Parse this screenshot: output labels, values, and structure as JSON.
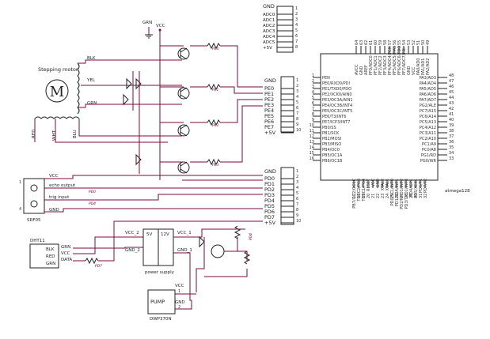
{
  "top_header": {
    "gnd": "GND",
    "pins": [
      "ADC0",
      "ADC1",
      "ADC2",
      "ADC3",
      "ADC4",
      "ADC5",
      "+5V"
    ],
    "numbers": [
      "1",
      "2",
      "3",
      "4",
      "5",
      "6",
      "7",
      "8"
    ]
  },
  "power": {
    "grn": "GRN",
    "vcc": "VCC"
  },
  "motor": {
    "title": "Stepping motor",
    "symbol": "M",
    "blk": "BLK",
    "yel": "YEL",
    "grn": "GRN",
    "red": "RED",
    "wht": "WHT",
    "blu": "BLU"
  },
  "nets": {
    "pe0": "PE0",
    "pe1": "PE1",
    "pe2": "PE2",
    "pe3": "PE3",
    "pd0": "PD0",
    "pd4": "PD4",
    "pd7": "PD7"
  },
  "port_e": {
    "gnd": "GND",
    "pins": [
      "PE0",
      "PE1",
      "PE2",
      "PE3",
      "PE4",
      "PE5",
      "PE6",
      "PE7",
      "+5V"
    ],
    "numbers": [
      "1",
      "2",
      "3",
      "4",
      "5",
      "6",
      "7",
      "8",
      "9",
      "10"
    ]
  },
  "port_d": {
    "gnd": "GND",
    "pins": [
      "PD0",
      "PD1",
      "PD2",
      "PD3",
      "PD4",
      "PD5",
      "PD6",
      "PD7",
      "+5V"
    ],
    "numbers": [
      "1",
      "2",
      "3",
      "4",
      "5",
      "6",
      "7",
      "8",
      "9",
      "10"
    ]
  },
  "srf05": {
    "name": "SRF05",
    "vcc": "VCC",
    "echo": "echo output",
    "trig": "trig input",
    "gnd": "GND",
    "pin1": "1",
    "pin4": "4"
  },
  "dht11": {
    "name": "DHT11",
    "blk": "BLK",
    "red": "RED",
    "grn": "GRN",
    "p_grn": "GRN",
    "p_vcc": "VCC",
    "p_data": "DATA"
  },
  "supply": {
    "name": "power supply",
    "v5": "5V",
    "v12": "12V",
    "vcc2": "VCC_2",
    "gnd2": "GND_2",
    "vcc1": "VCC_1",
    "gnd1": "GND_1"
  },
  "pump": {
    "name": "DWP370N",
    "label": "PUMP",
    "vcc": "VCC",
    "gnd": "GND",
    "pin1": "1",
    "pin2": "2"
  },
  "mcu": {
    "name": "atmega128",
    "left": [
      {
        "n": "1",
        "l": "PEN"
      },
      {
        "n": "2",
        "l": "PE0/RXD0/PDI"
      },
      {
        "n": "3",
        "l": "PE1/TXD0/PDO"
      },
      {
        "n": "4",
        "l": "PE2/XCK0/AIN0"
      },
      {
        "n": "5",
        "l": "PE3/OC3A/AIN1"
      },
      {
        "n": "6",
        "l": "PE4/OC3B/INT4"
      },
      {
        "n": "7",
        "l": "PE5/OC3C/INT5"
      },
      {
        "n": "8",
        "l": "PE6/T3/INT6"
      },
      {
        "n": "9",
        "l": "PE7/ICP3/INT7"
      },
      {
        "n": "10",
        "l": "PB0/SS"
      },
      {
        "n": "11",
        "l": "PB1/SCK"
      },
      {
        "n": "12",
        "l": "PB2/MOSI"
      },
      {
        "n": "13",
        "l": "PB3/MISO"
      },
      {
        "n": "14",
        "l": "PB4/OC0"
      },
      {
        "n": "15",
        "l": "PB5/OC1A"
      },
      {
        "n": "16",
        "l": "PB6/OC1B"
      }
    ],
    "right": [
      {
        "n": "48",
        "l": "PA3/AD3"
      },
      {
        "n": "47",
        "l": "PA4/AD4"
      },
      {
        "n": "46",
        "l": "PA5/AD5"
      },
      {
        "n": "45",
        "l": "PA6/AD6"
      },
      {
        "n": "44",
        "l": "PA7/AD7"
      },
      {
        "n": "43",
        "l": "PG2/ALE"
      },
      {
        "n": "42",
        "l": "PC7/A15"
      },
      {
        "n": "41",
        "l": "PC6/A14"
      },
      {
        "n": "40",
        "l": "PC5/A13"
      },
      {
        "n": "39",
        "l": "PC4/A12"
      },
      {
        "n": "38",
        "l": "PC3/A11"
      },
      {
        "n": "37",
        "l": "PC2/A10"
      },
      {
        "n": "36",
        "l": "PC1/A9"
      },
      {
        "n": "35",
        "l": "PC0/A8"
      },
      {
        "n": "34",
        "l": "PG1/RD"
      },
      {
        "n": "33",
        "l": "PG0/WR"
      }
    ],
    "top": [
      {
        "n": "64",
        "l": "AVCC"
      },
      {
        "n": "63",
        "l": "GND"
      },
      {
        "n": "62",
        "l": "AREF"
      },
      {
        "n": "61",
        "l": "PF0/ADC0"
      },
      {
        "n": "60",
        "l": "PF1/ADC1"
      },
      {
        "n": "59",
        "l": "PF2/ADC2"
      },
      {
        "n": "58",
        "l": "PF3/ADC3"
      },
      {
        "n": "57",
        "l": "PF4/ADC4/TCK"
      },
      {
        "n": "56",
        "l": "PF5/ADC5/TMS"
      },
      {
        "n": "55",
        "l": "PF6/ADC6/TDO"
      },
      {
        "n": "54",
        "l": "PF7/ADC7/TDI"
      },
      {
        "n": "53",
        "l": "GND"
      },
      {
        "n": "52",
        "l": "VCC"
      },
      {
        "n": "51",
        "l": "PA0/AD0"
      },
      {
        "n": "50",
        "l": "PA1/AD1"
      },
      {
        "n": "49",
        "l": "PA2/AD2"
      }
    ],
    "bottom": [
      {
        "n": "17",
        "l": "PB7/OC2/OC1C"
      },
      {
        "n": "18",
        "l": "TOSC2/PG3"
      },
      {
        "n": "19",
        "l": "TOSC1/PG4"
      },
      {
        "n": "20",
        "l": "RESET"
      },
      {
        "n": "21",
        "l": "VCC"
      },
      {
        "n": "22",
        "l": "GND"
      },
      {
        "n": "23",
        "l": "XTAL2"
      },
      {
        "n": "24",
        "l": "XTAL1"
      },
      {
        "n": "25",
        "l": "PD0/SCL/INT0"
      },
      {
        "n": "26",
        "l": "PD1/SDA/INT1"
      },
      {
        "n": "27",
        "l": "PD2/RXD1/INT2"
      },
      {
        "n": "28",
        "l": "PD3/TXD1/INT3"
      },
      {
        "n": "29",
        "l": "PD4/ICP1"
      },
      {
        "n": "30",
        "l": "PD5/XCK1"
      },
      {
        "n": "31",
        "l": "PD6/T1"
      },
      {
        "n": "32",
        "l": "PD7/T2"
      }
    ]
  }
}
